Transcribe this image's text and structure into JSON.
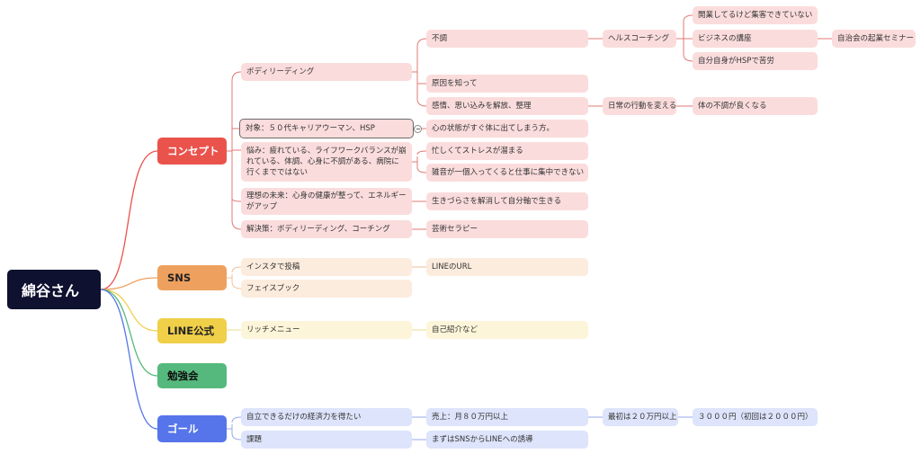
{
  "root": {
    "label": "綿谷さん"
  },
  "colors": {
    "concept": "#e9534c",
    "sns": "#eea15e",
    "line": "#f0cf49",
    "study": "#55b97d",
    "goal": "#5675ea"
  },
  "branches": {
    "concept": {
      "label": "コンセプト",
      "bodyreading": "ボディリーディング",
      "fuchou": "不調",
      "healthcoaching": "ヘルスコーチング",
      "kaigyou": "開業してるけど集客できていない",
      "business": "ビジネスの講座",
      "jichikai": "自治会の起業セミナー",
      "hsp_gai": "自分自身がHSPで苦労",
      "gen_in": "原因を知って",
      "kanjou": "感情、思い込みを解放、整理",
      "nichijou": "日常の行動を変える",
      "karada": "体の不調が良くなる",
      "target": "対象：５０代キャリアウーマン、HSP",
      "target_child": "心の状態がすぐ体に出てしまう方。",
      "nayami": "悩み：疲れている、ライフワークバランスが崩れている、体調、心身に不調がある、病院に行くまでではない",
      "isogashii": "忙しくてストレスが溜まる",
      "zatsuon": "雑音が一個入ってくると仕事に集中できない",
      "risou": "理想の未来：心身の健康が整って、エネルギーがアップ",
      "ikizurasa": "生きづらさを解消して自分軸で生きる",
      "kaiketsu": "解決策：ボディリーディング、コーチング",
      "geijutsu": "芸術セラピー"
    },
    "sns": {
      "label": "SNS",
      "insta": "インスタで投稿",
      "lineurl": "LINEのURL",
      "facebook": "フェイスブック"
    },
    "line": {
      "label": "LINE公式",
      "rich": "リッチメニュー",
      "jiko": "自己紹介など"
    },
    "study": {
      "label": "勉強会"
    },
    "goal": {
      "label": "ゴール",
      "jiritsu": "自立できるだけの経済力を得たい",
      "uriage": "売上：月８０万円以上",
      "saisho": "最初は２０万円以上",
      "price": "３０００円（初回は２０００円）",
      "kadai": "課題",
      "madawa": "まずはSNSからLINEへの誘導"
    }
  }
}
